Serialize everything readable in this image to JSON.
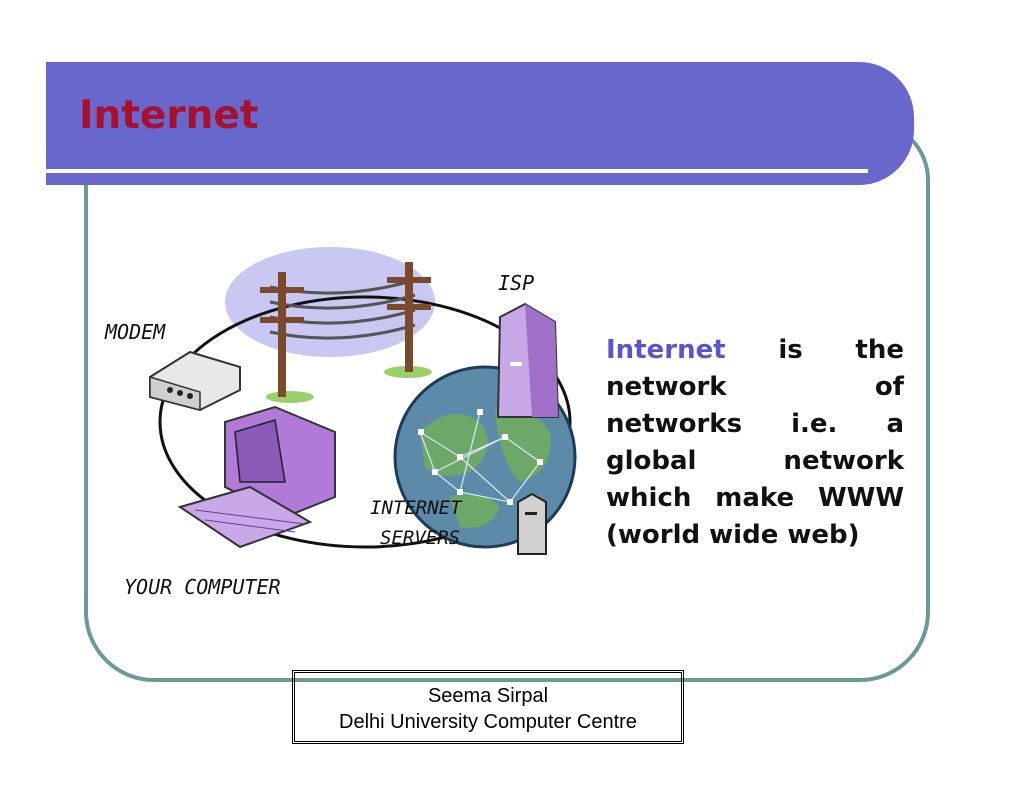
{
  "slide": {
    "title": "Internet",
    "body": {
      "keyword": "Internet",
      "text": " is the network of networks i.e. a global network which make WWW (world wide web)"
    }
  },
  "diagram": {
    "labels": {
      "modem": "MODEM",
      "isp": "ISP",
      "servers_line1": "INTERNET",
      "servers_line2": "SERVERS",
      "computer": "YOUR COMPUTER"
    }
  },
  "footer": {
    "author": "Seema Sirpal",
    "org": "Delhi University Computer Centre"
  },
  "colors": {
    "header": "#6868cc",
    "title": "#a8102f",
    "keyword": "#5a55c8",
    "frame": "#6b9a99"
  }
}
